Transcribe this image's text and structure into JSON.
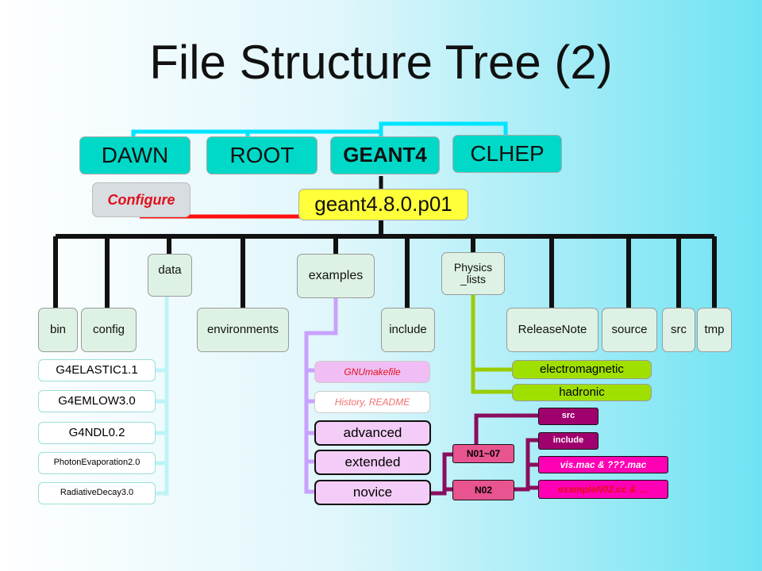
{
  "slide": {
    "title": "File Structure Tree (2)"
  },
  "top_level": {
    "dawn": "DAWN",
    "root": "ROOT",
    "geant4": "GEANT4",
    "clhep": "CLHEP",
    "configure": "Configure"
  },
  "version": "geant4.8.0.p01",
  "subdirs": {
    "bin": "bin",
    "config": "config",
    "data": "data",
    "environments": "environments",
    "examples": "examples",
    "include": "include",
    "physics_lists_line1": "Physics",
    "physics_lists_line2": "_lists",
    "release_note": "ReleaseNote",
    "source": "source",
    "src": "src",
    "tmp": "tmp"
  },
  "data_items": [
    "G4ELASTIC1.1",
    "G4EMLOW3.0",
    "G4NDL0.2",
    "PhotonEvaporation2.0",
    "RadiativeDecay3.0"
  ],
  "example_items": {
    "gnumakefile": "GNUmakefile",
    "history": "History, README",
    "advanced": "advanced",
    "extended": "extended",
    "novice": "novice"
  },
  "physics_items": [
    "electromagnetic",
    "hadronic"
  ],
  "novice_items": {
    "n01_07": "N01~07",
    "n02": "N02"
  },
  "n02_items": {
    "src": "src",
    "include": "include",
    "vis_mac": "vis.mac & ???.mac",
    "example_cc": "exampleN02.cc & …"
  },
  "colors": {
    "cyan_box": "#00d9c8",
    "version_box": "#ffff3a",
    "physics_box": "#a0e000",
    "examples_line": "#c9a0ff",
    "physics_line": "#9acd00",
    "novice_line": "#8a0d5e",
    "configure_line": "#ff1010"
  }
}
